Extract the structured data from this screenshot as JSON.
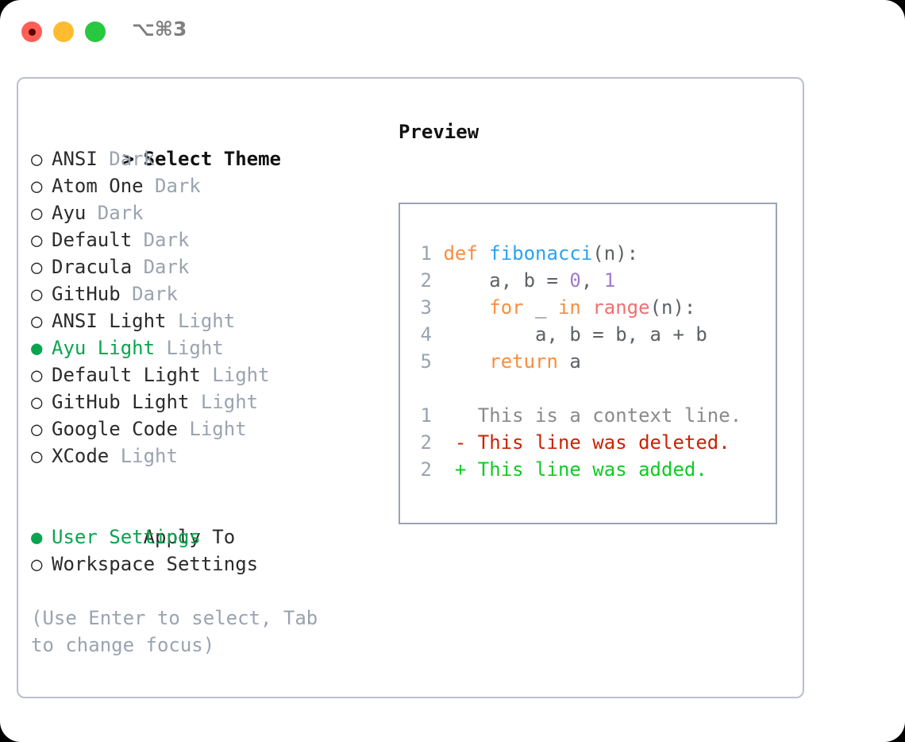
{
  "titlebar": {
    "shortcut": "⌥⌘3",
    "buttons": [
      {
        "name": "close",
        "color": "#ff5f57"
      },
      {
        "name": "minimize",
        "color": "#febc2e"
      },
      {
        "name": "zoom",
        "color": "#28c840"
      }
    ]
  },
  "theme_picker": {
    "header": "Select Theme",
    "header_marker": ">",
    "marker_unselected": "○",
    "marker_selected": "●",
    "accent_color": "#0aa44f",
    "muted_color": "#9aa3b0",
    "items": [
      {
        "label": "ANSI",
        "variant": "Dark",
        "selected": false
      },
      {
        "label": "Atom One",
        "variant": "Dark",
        "selected": false
      },
      {
        "label": "Ayu",
        "variant": "Dark",
        "selected": false
      },
      {
        "label": "Default",
        "variant": "Dark",
        "selected": false
      },
      {
        "label": "Dracula",
        "variant": "Dark",
        "selected": false
      },
      {
        "label": "GitHub",
        "variant": "Dark",
        "selected": false
      },
      {
        "label": "ANSI Light",
        "variant": "Light",
        "selected": false
      },
      {
        "label": "Ayu Light",
        "variant": "Light",
        "selected": true
      },
      {
        "label": "Default Light",
        "variant": "Light",
        "selected": false
      },
      {
        "label": "GitHub Light",
        "variant": "Light",
        "selected": false
      },
      {
        "label": "Google Code",
        "variant": "Light",
        "selected": false
      },
      {
        "label": "XCode",
        "variant": "Light",
        "selected": false
      }
    ]
  },
  "apply_to": {
    "header": "Apply To",
    "items": [
      {
        "label": "User Settings",
        "selected": true
      },
      {
        "label": "Workspace Settings",
        "selected": false
      }
    ]
  },
  "hint": "(Use Enter to select, Tab to change focus)",
  "preview": {
    "title": "Preview",
    "code_lines": [
      {
        "num": "1",
        "tokens": [
          {
            "t": "def ",
            "c": "kw"
          },
          {
            "t": "fibonacci",
            "c": "fn"
          },
          {
            "t": "(n):",
            "c": "plain"
          }
        ]
      },
      {
        "num": "2",
        "tokens": [
          {
            "t": "    a, b = ",
            "c": "plain"
          },
          {
            "t": "0",
            "c": "num"
          },
          {
            "t": ", ",
            "c": "plain"
          },
          {
            "t": "1",
            "c": "num"
          }
        ]
      },
      {
        "num": "3",
        "tokens": [
          {
            "t": "    ",
            "c": "plain"
          },
          {
            "t": "for",
            "c": "kw"
          },
          {
            "t": " _ ",
            "c": "plain"
          },
          {
            "t": "in",
            "c": "kw"
          },
          {
            "t": " ",
            "c": "plain"
          },
          {
            "t": "range",
            "c": "call"
          },
          {
            "t": "(n):",
            "c": "plain"
          }
        ]
      },
      {
        "num": "4",
        "tokens": [
          {
            "t": "        a, b = b, a + b",
            "c": "plain"
          }
        ]
      },
      {
        "num": "5",
        "tokens": [
          {
            "t": "    ",
            "c": "plain"
          },
          {
            "t": "return",
            "c": "kw"
          },
          {
            "t": " a",
            "c": "plain"
          }
        ]
      }
    ],
    "diff_lines": [
      {
        "num": "1",
        "sign": " ",
        "text": " This is a context line.",
        "kind": "ctx"
      },
      {
        "num": "2",
        "sign": "-",
        "text": " This line was deleted.",
        "kind": "del"
      },
      {
        "num": "2",
        "sign": "+",
        "text": " This line was added.",
        "kind": "add"
      }
    ]
  }
}
